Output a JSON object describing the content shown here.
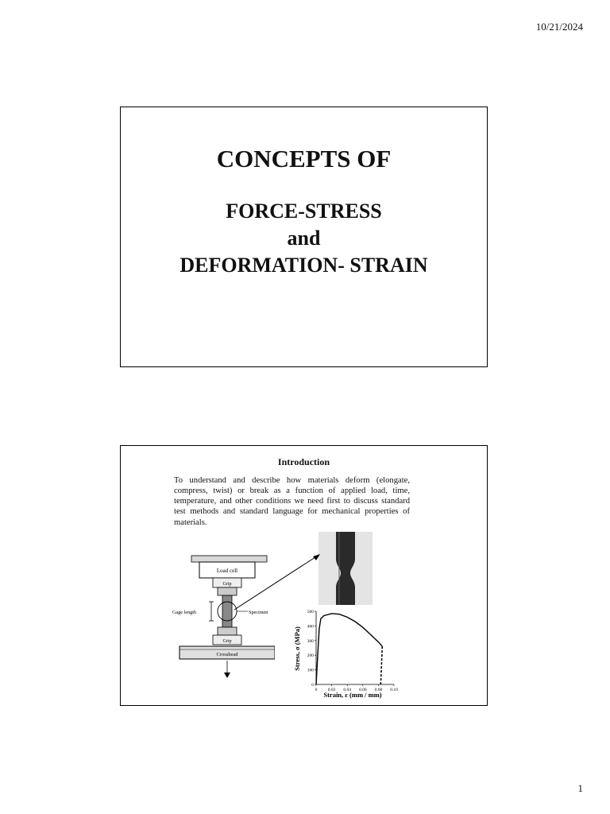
{
  "header": {
    "date": "10/21/2024"
  },
  "footer": {
    "page_number": "1"
  },
  "slide1": {
    "title": "CONCEPTS OF",
    "line1": "FORCE-STRESS",
    "line2": "and",
    "line3": "DEFORMATION- STRAIN"
  },
  "slide2": {
    "title": "Introduction",
    "body": "To understand and describe how materials deform (elongate, compress, twist) or break as a function of applied load, time, temperature, and other conditions we need first to discuss standard test methods and standard language for mechanical properties of materials.",
    "machine_labels": {
      "load_cell": "Load cell",
      "grip_top": "Grip",
      "gage_length": "Gage length",
      "specimen": "Specimen",
      "grip_bottom": "Grip",
      "crosshead": "Crosshead"
    },
    "chart_data": {
      "type": "line",
      "title": "",
      "xlabel": "Strain, ε (mm / mm)",
      "ylabel": "Stress, σ (MPa)",
      "xlim": [
        0,
        0.1
      ],
      "ylim": [
        0,
        500
      ],
      "x_ticks": [
        "0",
        "0.02",
        "0.04",
        "0.06",
        "0.08",
        "0.10"
      ],
      "y_ticks": [
        "0",
        "100",
        "200",
        "300",
        "400",
        "500"
      ],
      "grid": false,
      "series": [
        {
          "x": [
            0,
            0.002,
            0.004,
            0.006,
            0.01,
            0.02,
            0.03,
            0.04,
            0.05,
            0.06,
            0.07,
            0.08,
            0.085
          ],
          "y": [
            0,
            200,
            380,
            450,
            470,
            485,
            480,
            460,
            430,
            390,
            340,
            290,
            260
          ]
        }
      ],
      "fracture": {
        "x": 0.085,
        "y": 260
      }
    }
  }
}
